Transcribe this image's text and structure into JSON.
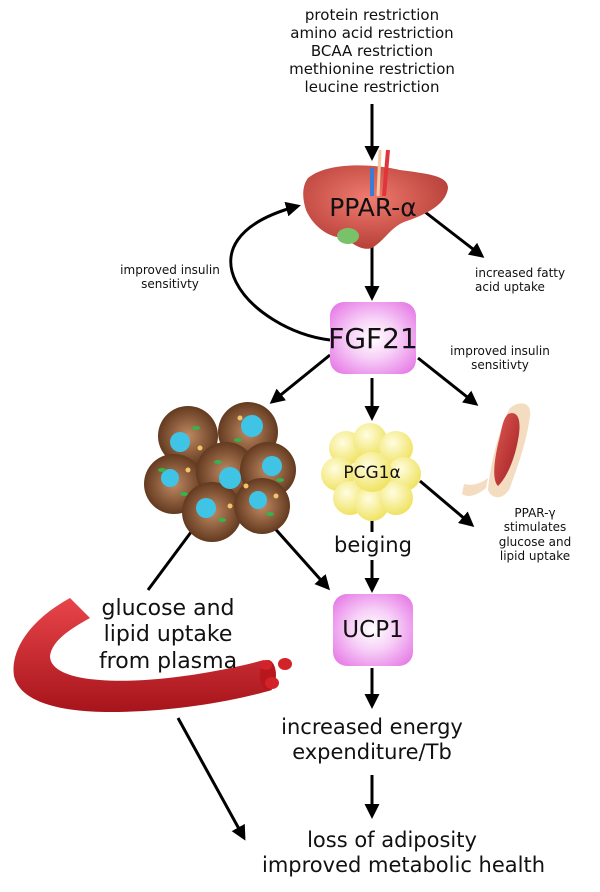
{
  "inputs": [
    "protein restriction",
    "amino acid restriction",
    "BCAA restriction",
    "methionine restriction",
    "leucine restriction"
  ],
  "nodes": {
    "ppar_alpha": "PPAR-α",
    "fgf21": "FGF21",
    "pcg1a": "PCG1α",
    "beiging": "beiging",
    "ucp1": "UCP1"
  },
  "annotations": {
    "insulin_left": [
      "improved insulin",
      "sensitivty"
    ],
    "fatty_acid": [
      "increased fatty",
      "acid uptake"
    ],
    "insulin_right": [
      "improved insulin",
      "sensitivty"
    ],
    "ppar_gamma": [
      "PPAR-γ",
      "stimulates",
      "glucose and",
      "lipid uptake"
    ],
    "plasma_uptake": [
      "glucose and",
      "lipid uptake",
      "from plasma"
    ],
    "energy": [
      "increased energy",
      "expenditure/Tb"
    ],
    "outcome": [
      "loss of adiposity",
      "improved metabolic health"
    ]
  },
  "icons": [
    "liver-icon",
    "adipocyte-cluster-icon",
    "beige-fat-icon",
    "muscle-arm-icon",
    "blood-vessel-icon"
  ],
  "colors": {
    "node_fill": "#e36be3",
    "liver": "#d9574e",
    "vessel": "#d2232a",
    "adipocyte_shell": "#7a4a2a",
    "adipocyte_core": "#3fc4e6",
    "beige_fat": "#f5ef7a"
  }
}
